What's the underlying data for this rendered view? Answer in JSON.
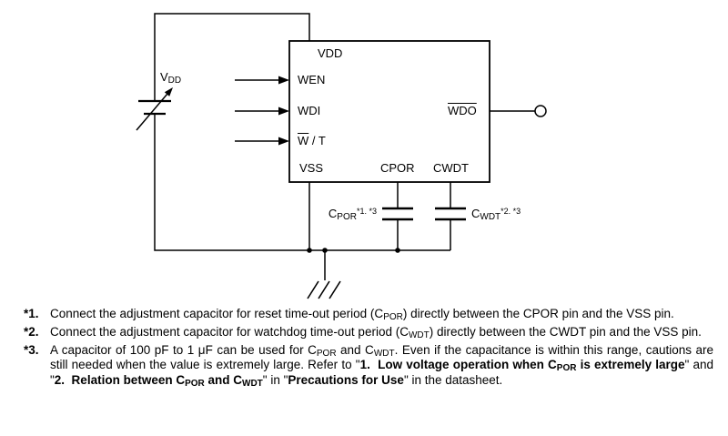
{
  "diagram": {
    "ic": {
      "pin_vdd": "VDD",
      "pin_wen": "WEN",
      "pin_wdi": "WDI",
      "pin_wt": [
        {
          "t": "W",
          "over": true
        },
        {
          "t": " / T"
        }
      ],
      "pin_wdo": [
        {
          "t": "WDO",
          "over": true
        }
      ],
      "pin_vss": "VSS",
      "pin_cpor": "CPOR",
      "pin_cwdt": "CWDT"
    },
    "supply_label": [
      {
        "t": "V"
      },
      {
        "t": "DD",
        "sub": true
      }
    ],
    "cap_por_label": [
      {
        "t": "C"
      },
      {
        "t": "POR",
        "sub": true
      },
      {
        "t": "*1. *3",
        "sup": true
      }
    ],
    "cap_wdt_label": [
      {
        "t": "C"
      },
      {
        "t": "WDT",
        "sub": true
      },
      {
        "t": "*2. *3",
        "sup": true
      }
    ]
  },
  "footnotes": [
    {
      "marker": "*1.",
      "segments": [
        {
          "t": "Connect the adjustment capacitor for reset time-out period (C"
        },
        {
          "t": "POR",
          "sub": true
        },
        {
          "t": ") directly between the CPOR pin and the VSS pin."
        }
      ]
    },
    {
      "marker": "*2.",
      "segments": [
        {
          "t": "Connect the adjustment capacitor for watchdog time-out period (C"
        },
        {
          "t": "WDT",
          "sub": true
        },
        {
          "t": ") directly between the CWDT pin and the VSS pin."
        }
      ]
    },
    {
      "marker": "*3.",
      "segments": [
        {
          "t": "A capacitor of 100 pF to 1 μF can be used for C"
        },
        {
          "t": "POR",
          "sub": true
        },
        {
          "t": " and C"
        },
        {
          "t": "WDT",
          "sub": true
        },
        {
          "t": ". Even if the capacitance is within this range, cautions are still needed when the value is extremely large. Refer to \""
        },
        {
          "t": "1.  Low voltage operation when C",
          "b": true
        },
        {
          "t": "POR",
          "b": true,
          "sub": true
        },
        {
          "t": " is extremely large",
          "b": true
        },
        {
          "t": "\" and \""
        },
        {
          "t": "2.  Relation between C",
          "b": true
        },
        {
          "t": "POR",
          "b": true,
          "sub": true
        },
        {
          "t": " and C",
          "b": true
        },
        {
          "t": "WDT",
          "b": true,
          "sub": true
        },
        {
          "t": "\" in \""
        },
        {
          "t": "Precautions for Use",
          "b": true
        },
        {
          "t": "\" in the datasheet."
        }
      ]
    }
  ]
}
